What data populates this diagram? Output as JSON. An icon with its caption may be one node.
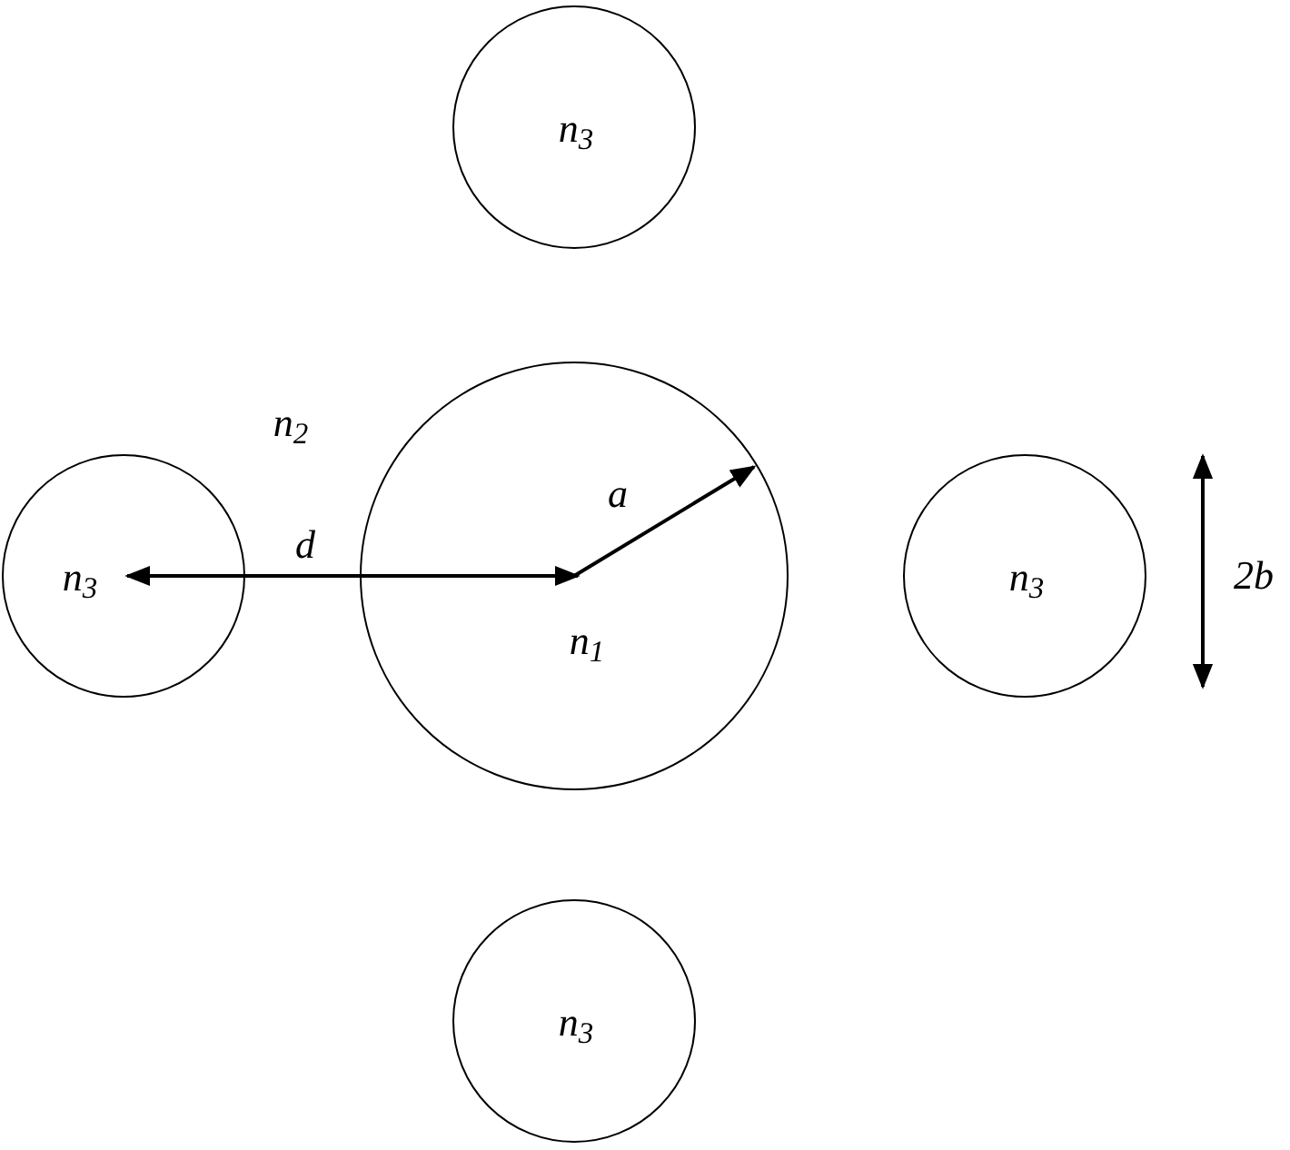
{
  "diagram": {
    "nodes": [
      {
        "text": [
          "n$_{3}$"
        ]
      },
      {
        "text": [
          "n$_{3}$"
        ]
      },
      {
        "text": [
          "n$_{1}$"
        ]
      },
      {
        "text": [
          "n$_{3}$"
        ]
      },
      {
        "text": [
          "n$_{3}$"
        ]
      }
    ],
    "edges": [
      {
        "from": 2,
        "to": 1,
        "arrow": "both",
        "label": "d"
      }
    ],
    "labels": [
      "n$_{2}$",
      "a",
      "2b"
    ]
  }
}
